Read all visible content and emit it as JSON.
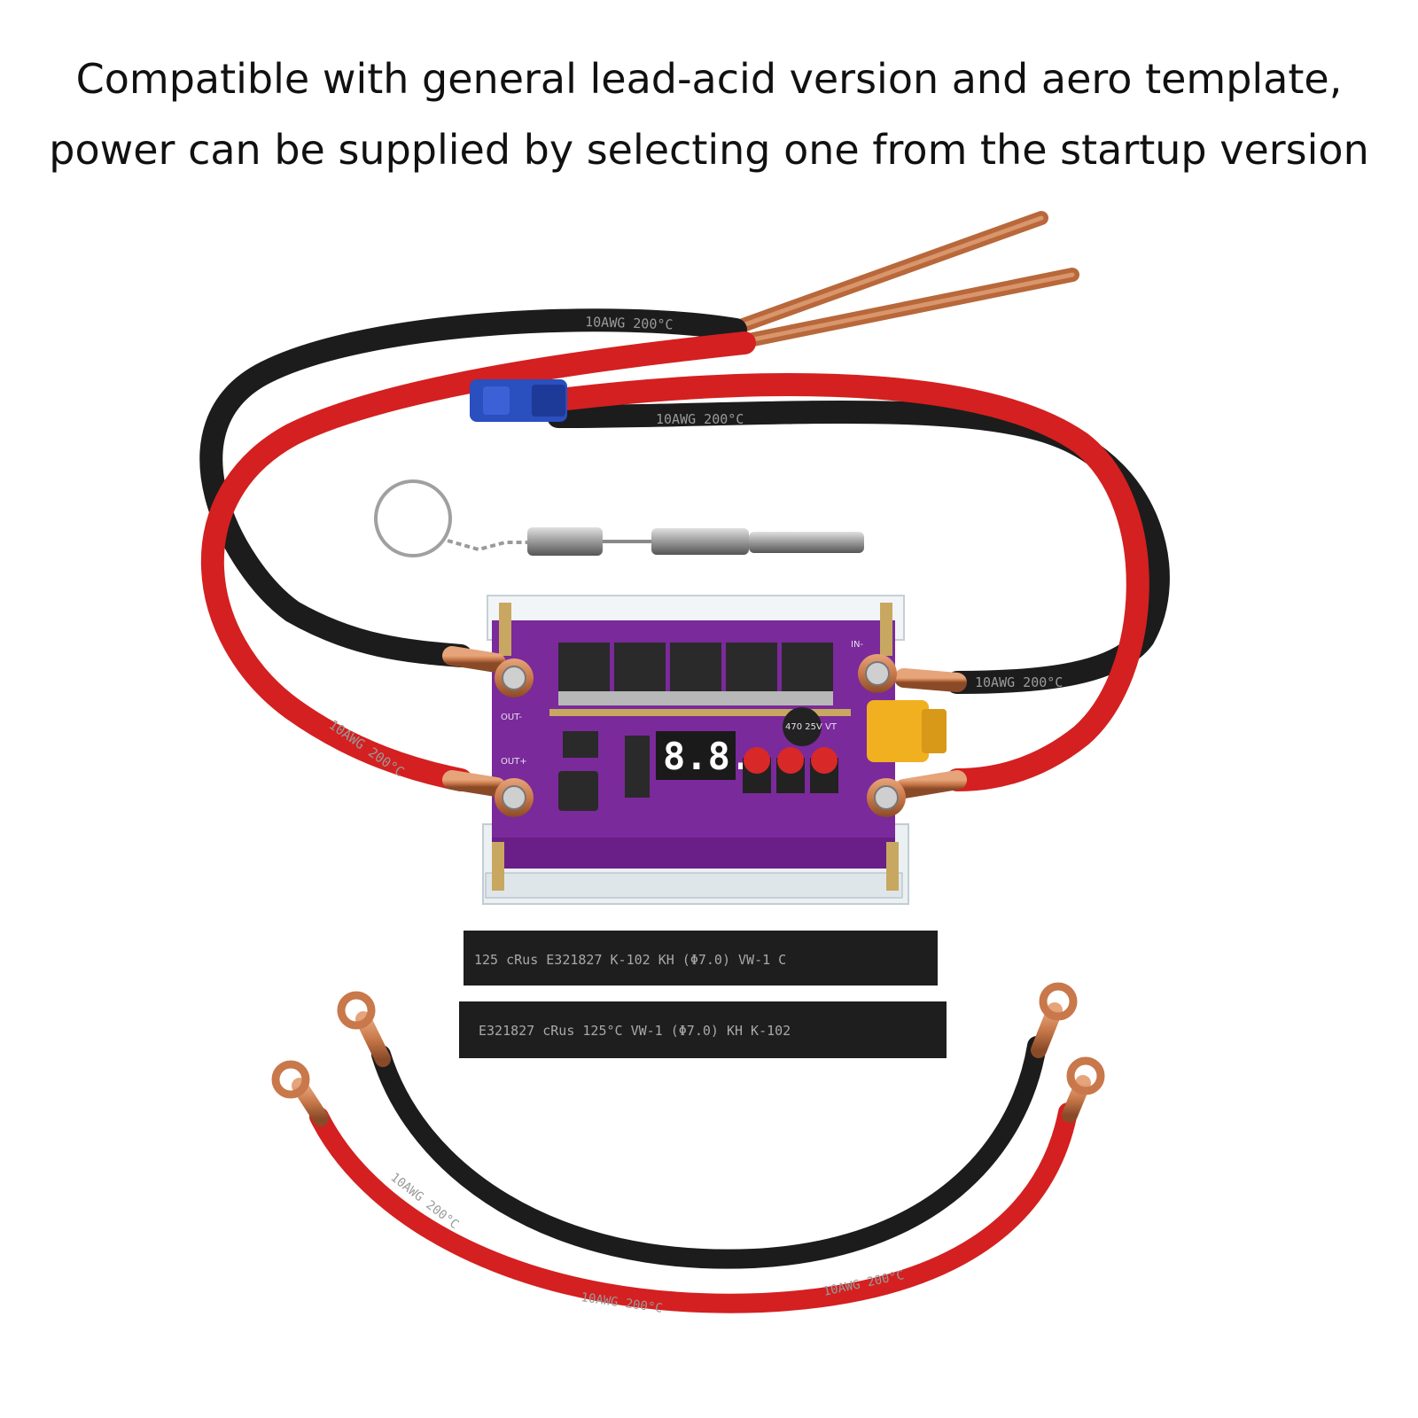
{
  "caption": {
    "line1": "Compatible with general lead-acid version and aero template,",
    "line2": "power can be supplied by selecting one from the startup version"
  },
  "cable_print": "10AWG 200°C",
  "board": {
    "display": "8.8.",
    "capacitor": "470 25V VT",
    "label_out_minus": "OUT-",
    "label_out_plus": "OUT+",
    "label_in_minus": "IN-"
  },
  "shrink_tube": {
    "top": "125 cRus E321827 K-102 KH (Φ7.0) VW-1 C",
    "bottom": "E321827 cRus 125°C VW-1 (Φ7.0) KH K-102"
  },
  "colors": {
    "red_cable": "#d42020",
    "black_cable": "#1c1c1c",
    "pcb": "#7a2a9a",
    "copper": "#c8784a",
    "ec5": "#2a4fbf",
    "xt60": "#f0b020"
  }
}
